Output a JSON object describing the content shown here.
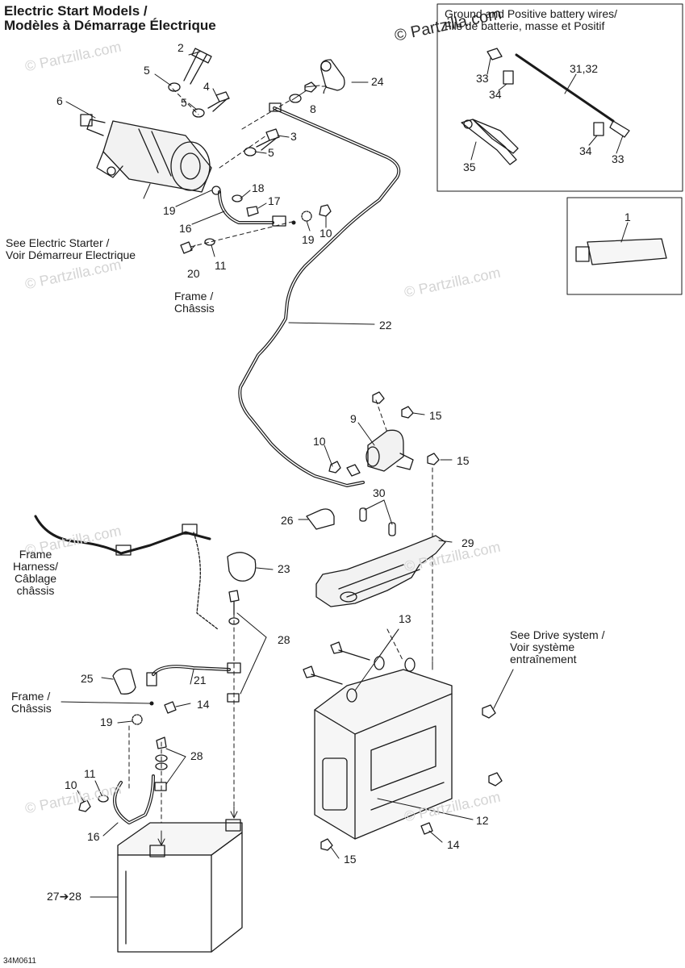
{
  "title": {
    "line1": "Electric Start Models /",
    "line2": "Modèles à Démarrage Électrique"
  },
  "inset": {
    "heading1": "Ground and Positive battery wires/",
    "heading2": "Fils de batterie, masse et Positif"
  },
  "notes": {
    "starter1": "See Electric Starter /",
    "starter2": "Voir Démarreur Electrique",
    "frame_top1": "Frame /",
    "frame_top2": "Châssis",
    "harness1": "Frame",
    "harness2": "Harness/",
    "harness3": "Câblage",
    "harness4": "châssis",
    "drive1": "See Drive system /",
    "drive2": "Voir système",
    "drive3": "entraînement",
    "frame_low1": "Frame /",
    "frame_low2": "Châssis"
  },
  "callouts": {
    "c2": "2",
    "c5a": "5",
    "c4": "4",
    "c5b": "5",
    "c6": "6",
    "c24": "24",
    "c7": "7",
    "c8": "8",
    "c3": "3",
    "c5c": "5",
    "c18": "18",
    "c17": "17",
    "c19a": "19",
    "c16a": "16",
    "c19b": "19",
    "c10a": "10",
    "c20": "20",
    "c11a": "11",
    "c22": "22",
    "c9": "9",
    "c15a": "15",
    "c10b": "10",
    "c15b": "15",
    "c30": "30",
    "c26": "26",
    "c29": "29",
    "c23": "23",
    "c28a": "28",
    "c13": "13",
    "c25": "25",
    "c21": "21",
    "c14a": "14",
    "c19c": "19",
    "c28b": "28",
    "c11b": "11",
    "c10c": "10",
    "c16b": "16",
    "c12": "12",
    "c14b": "14",
    "c15c": "15",
    "c27": "27➔28",
    "c33a": "33",
    "c3132": "31,32",
    "c34a": "34",
    "c34b": "34",
    "c33b": "33",
    "c35": "35",
    "c1": "1"
  },
  "watermark": {
    "main": "© Partzilla.com",
    "faint": "© Partzilla.com"
  },
  "figure_code": "34M0611"
}
